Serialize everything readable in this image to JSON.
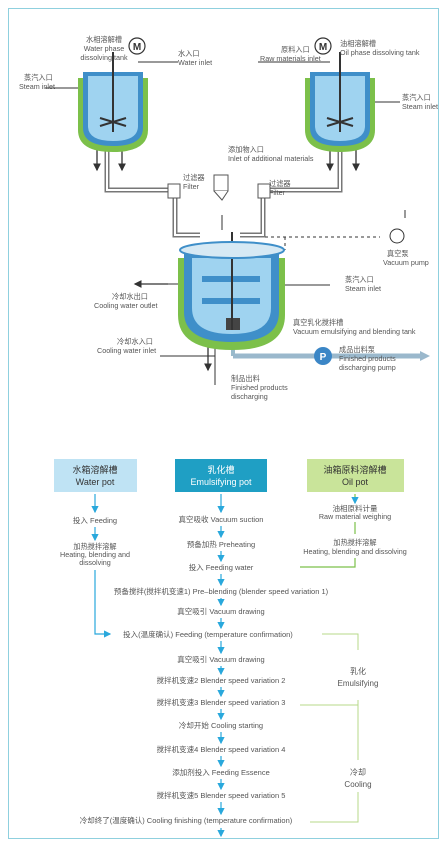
{
  "colors": {
    "accent": "#29a8dc",
    "water_box": "#bfe3f4",
    "emulsify_box": "#1f9fc4",
    "oil_box": "#c9e49a",
    "vessel_blue": "#4aa9dd",
    "jacket_green": "#7cc04a",
    "pipe": "#777777",
    "pump_blue": "#3b86c6"
  },
  "diagram": {
    "water_tank_cn": "水相溶解槽",
    "water_tank_en1": "Water phase",
    "water_tank_en2": "dissolving tank",
    "oil_tank_cn": "油相溶解槽",
    "oil_tank_en": "Oil phase dissolving tank",
    "water_inlet_cn": "水入口",
    "water_inlet_en": "Water inlet",
    "raw_inlet_cn": "原料入口",
    "raw_inlet_en": "Raw materials inlet",
    "steam_left_cn": "蒸汽入口",
    "steam_left_en": "Steam inlet",
    "steam_right_cn": "蒸汽入口",
    "steam_right_en": "Steam inlet",
    "additional_cn": "添加物入口",
    "additional_en": "Inlet of additional materials",
    "filter_left_cn": "过滤器",
    "filter_left_en": "Filter",
    "filter_right_cn": "过滤器",
    "filter_right_en": "Filter",
    "vacuum_pump_cn": "真空泵",
    "vacuum_pump_en": "Vacuum pump",
    "cooling_out_cn": "冷却水出口",
    "cooling_out_en": "Cooling water outlet",
    "steam_mid_cn": "蒸汽入口",
    "steam_mid_en": "Steam inlet",
    "vacuum_tank_cn": "真空乳化搅拌槽",
    "vacuum_tank_en": "Vacuum emulsifying and blending tank",
    "finished_pump_cn": "成品出料泵",
    "finished_pump_en1": "Finished products",
    "finished_pump_en2": "discharging pump",
    "cooling_in_cn": "冷却水入口",
    "cooling_in_en": "Cooling water inlet",
    "discharge_cn": "制品出料",
    "discharge_en1": "Finished products",
    "discharge_en2": "discharging",
    "motor_label": "M",
    "pump_label": "P"
  },
  "flow": {
    "water_pot_cn": "水箱溶解槽",
    "water_pot_en": "Water pot",
    "emulsify_pot_cn": "乳化槽",
    "emulsify_pot_en": "Emulsifying pot",
    "oil_pot_cn": "油箱原料溶解槽",
    "oil_pot_en": "Oil pot",
    "left_steps": [
      "投入 Feeding",
      "加热搅拌溶解",
      "Heating, blending and",
      "dissolving"
    ],
    "right_steps": [
      "油相原料计量",
      "Raw material weighing",
      "加热搅拌溶解",
      "Heating, blending and dissolving"
    ],
    "center_steps": [
      "真空吸收 Vacuum suction",
      "预备加热 Preheating",
      "投入 Feeding water",
      "预备搅拌(搅拌机变速1) Pre–blending (blender speed variation 1)",
      "真空吸引 Vacuum drawing",
      "投入(温度确认) Feeding (temperature confirmation)",
      "真空吸引 Vacuum drawing",
      "搅拌机变速2 Blender speed variation 2",
      "搅拌机变速3 Blender speed variation 3",
      "冷却开始 Cooling starting",
      "搅拌机变速4 Blender speed variation 4",
      "添加剂投入 Feeding Essence",
      "搅拌机变速5 Blender speed variation 5",
      "冷却终了(温度确认) Cooling finishing (temperature confirmation)"
    ],
    "emulsifying_cn": "乳化",
    "emulsifying_en": "Emulsifying",
    "cooling_cn": "冷却",
    "cooling_en": "Cooling"
  }
}
